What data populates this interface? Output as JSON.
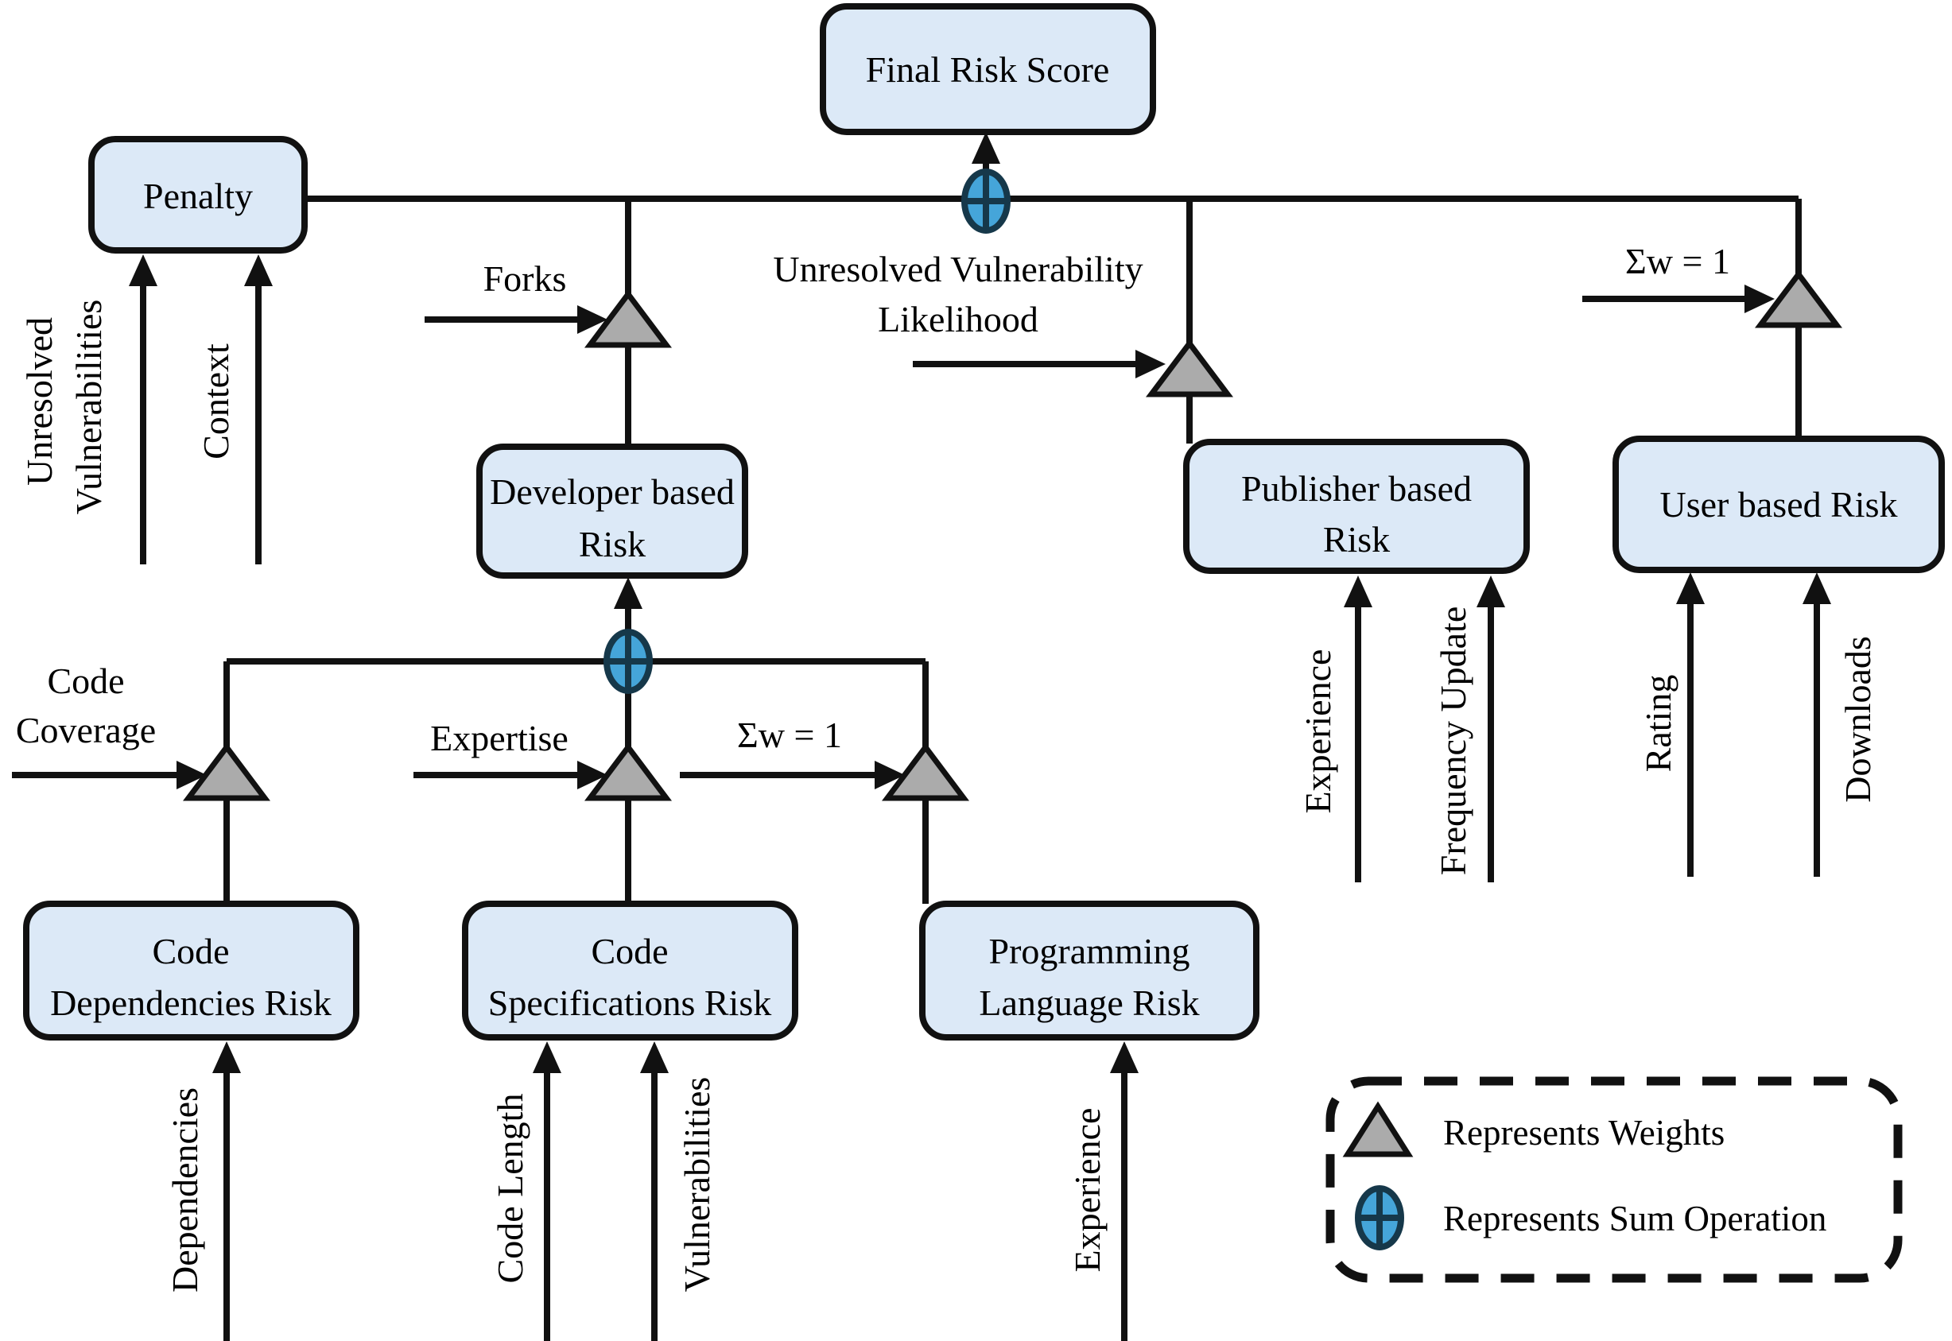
{
  "nodes": {
    "final": {
      "label": "Final Risk Score"
    },
    "penalty": {
      "label": "Penalty"
    },
    "developer": {
      "line1": "Developer based",
      "line2": "Risk"
    },
    "publisher": {
      "line1": "Publisher based",
      "line2": "Risk"
    },
    "user": {
      "label": "User based Risk"
    },
    "code_dependencies": {
      "line1": "Code",
      "line2": "Dependencies Risk"
    },
    "code_specifications": {
      "line1": "Code",
      "line2": "Specifications Risk"
    },
    "programming_language": {
      "line1": "Programming",
      "line2": "Language Risk"
    }
  },
  "weights": {
    "forks": "Forks",
    "unresolved_vulnerability": {
      "line1": "Unresolved Vulnerability",
      "line2": "Likelihood"
    },
    "sum_w_user": "Σw = 1",
    "code_coverage": {
      "line1": "Code",
      "line2": "Coverage"
    },
    "expertise": "Expertise",
    "sum_w_language": "Σw = 1"
  },
  "inputs": {
    "unresolved": "Unresolved",
    "vulnerabilities": "Vulnerabilities",
    "context": "Context",
    "dependencies": "Dependencies",
    "code_length": "Code Length",
    "vulnerabilities_spec": "Vulnerabilities",
    "experience_language": "Experience",
    "experience_publisher": "Experience",
    "frequency_update": "Frequency Update",
    "rating": "Rating",
    "downloads": "Downloads"
  },
  "legend": {
    "weights": "Represents Weights",
    "sum_operation": "Represents Sum Operation"
  },
  "colors": {
    "box_fill": "#dce9f7",
    "triangle_fill": "#ababab",
    "circle_fill": "#45a5d9",
    "circle_border": "#16384a",
    "line_color": "#111111"
  }
}
